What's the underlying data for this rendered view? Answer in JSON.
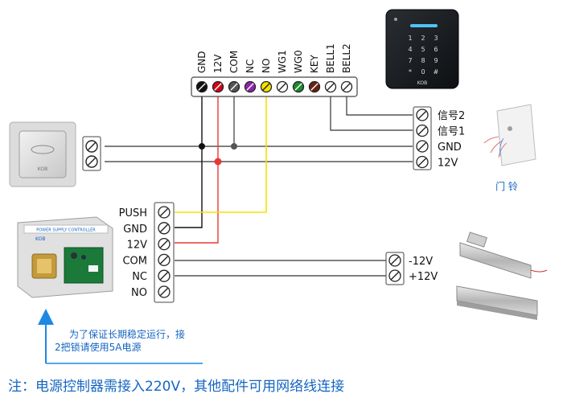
{
  "top_terminal": {
    "labels": [
      "GND",
      "12V",
      "COM",
      "NC",
      "NO",
      "WG1",
      "WG0",
      "KEY",
      "BELL1",
      "BELL2"
    ],
    "screw_colors": [
      "#111111",
      "#d0021b",
      "#555555",
      "#8e24aa",
      "#f5e100",
      "#ffffff",
      "#1b8a2e",
      "#6d1f14",
      "#ffffff",
      "#ffffff"
    ]
  },
  "controller_terminal": {
    "labels": [
      "PUSH",
      "GND",
      "12V",
      "COM",
      "NC",
      "NO"
    ]
  },
  "doorbell_terminal": {
    "labels": [
      "信号2",
      "信号1",
      "GND",
      "12V"
    ],
    "caption": "门 铃"
  },
  "lock_terminal": {
    "labels": [
      "-12V",
      "+12V"
    ]
  },
  "keypad": {
    "keys": [
      "1",
      "2",
      "3",
      "4",
      "5",
      "6",
      "7",
      "8",
      "9",
      "*",
      "0",
      "#"
    ],
    "brand": "KOB"
  },
  "exit_button": {
    "brand": "KOB"
  },
  "power_supply": {
    "panel_text": "POWER SUPPLY CONTROLLER",
    "brand": "KOB"
  },
  "note": {
    "line1": "为了保证长期稳定运行，接",
    "line2": "2把锁请使用5A电源"
  },
  "footer": "注：电源控制器需接入220V，其他配件可用网络线连接",
  "colors": {
    "wire_black": "#111111",
    "wire_red": "#e53935",
    "wire_gray": "#555555",
    "wire_yellow": "#f5e100",
    "wire_default": "#333333",
    "accent_blue": "#1565c0"
  }
}
